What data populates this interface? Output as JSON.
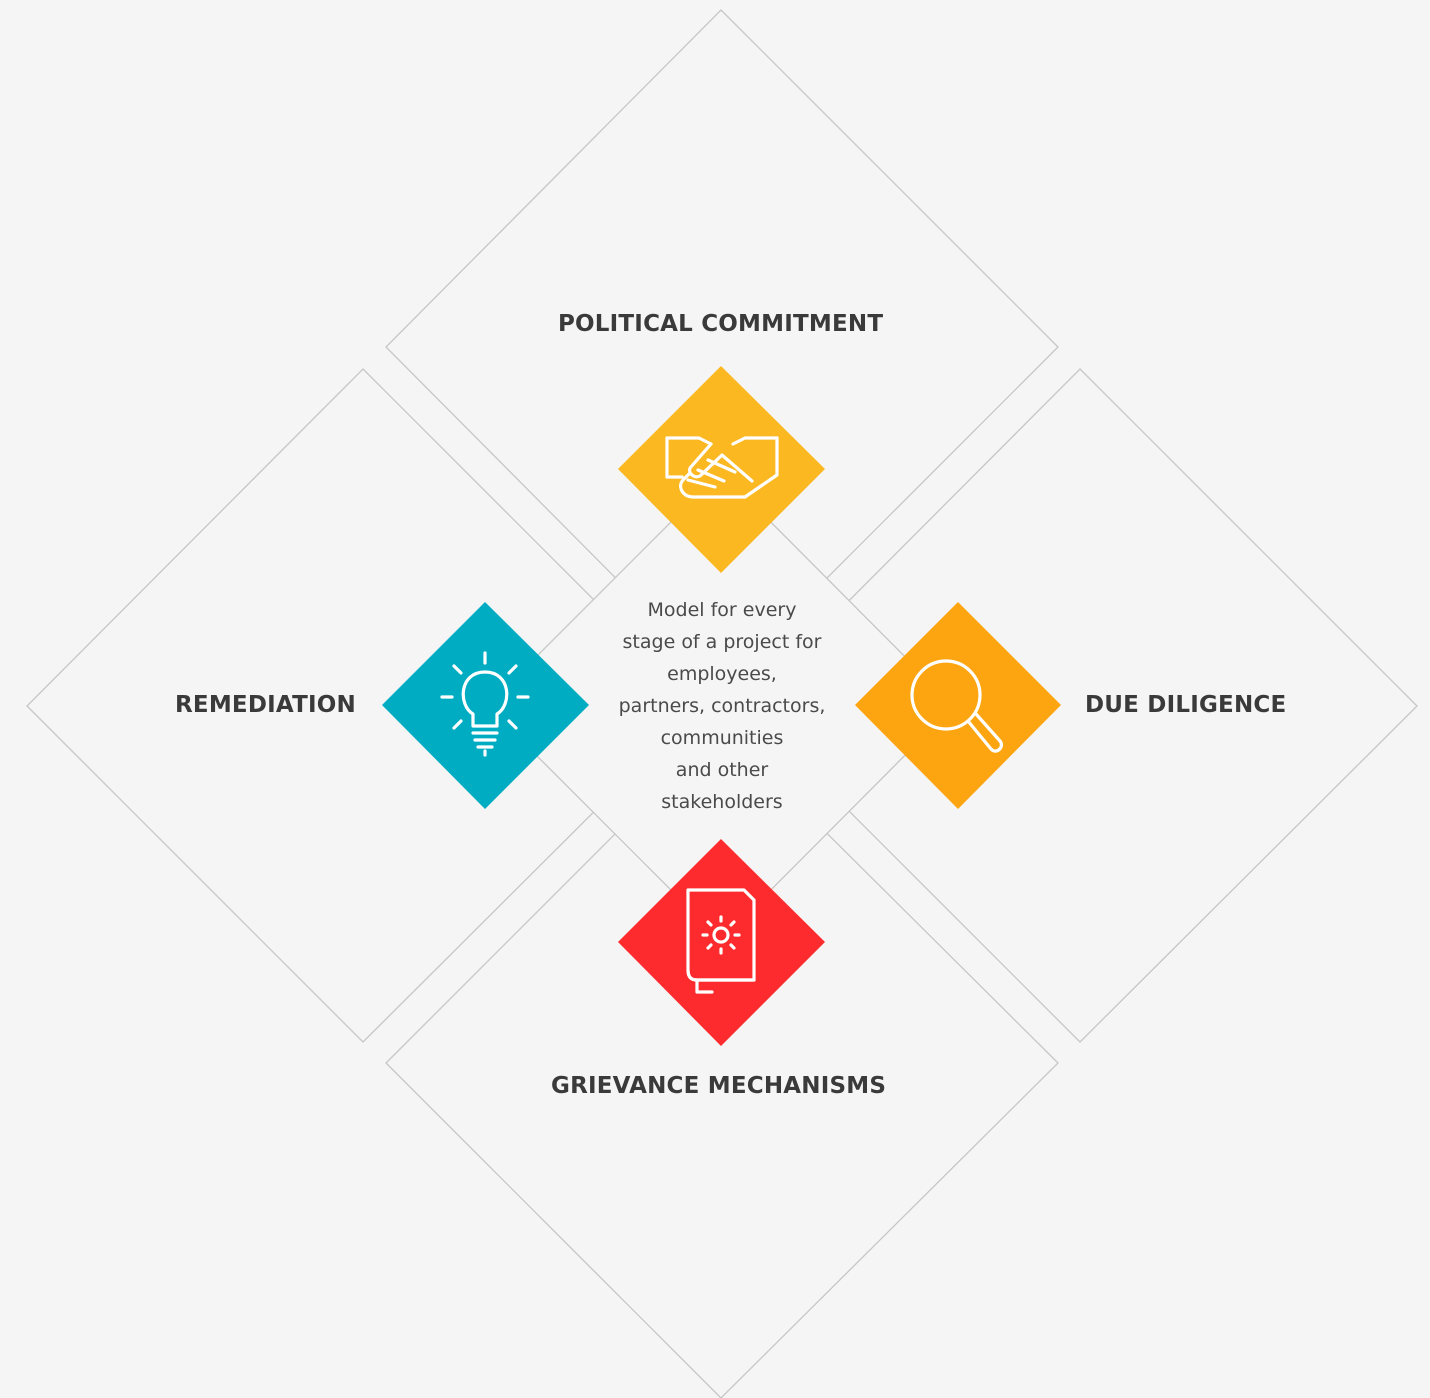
{
  "diagram": {
    "center_lines": [
      "Model for every",
      "stage of a project for",
      "employees,",
      "partners, contractors,",
      "communities",
      "and other",
      "stakeholders"
    ],
    "sections": [
      {
        "key": "top",
        "label": "POLITICAL COMMITMENT",
        "icon": "handshake-icon",
        "color": "#FBB821"
      },
      {
        "key": "right",
        "label": "DUE DILIGENCE",
        "icon": "magnifier-icon",
        "color": "#FDA511"
      },
      {
        "key": "bottom",
        "label": "GRIEVANCE MECHANISMS",
        "icon": "book-icon",
        "color": "#FD2B2D"
      },
      {
        "key": "left",
        "label": "REMEDIATION",
        "icon": "lightbulb-icon",
        "color": "#00ACC1"
      }
    ],
    "outline_color": "#c6c6c6",
    "label_color": "#3a3a3a"
  }
}
